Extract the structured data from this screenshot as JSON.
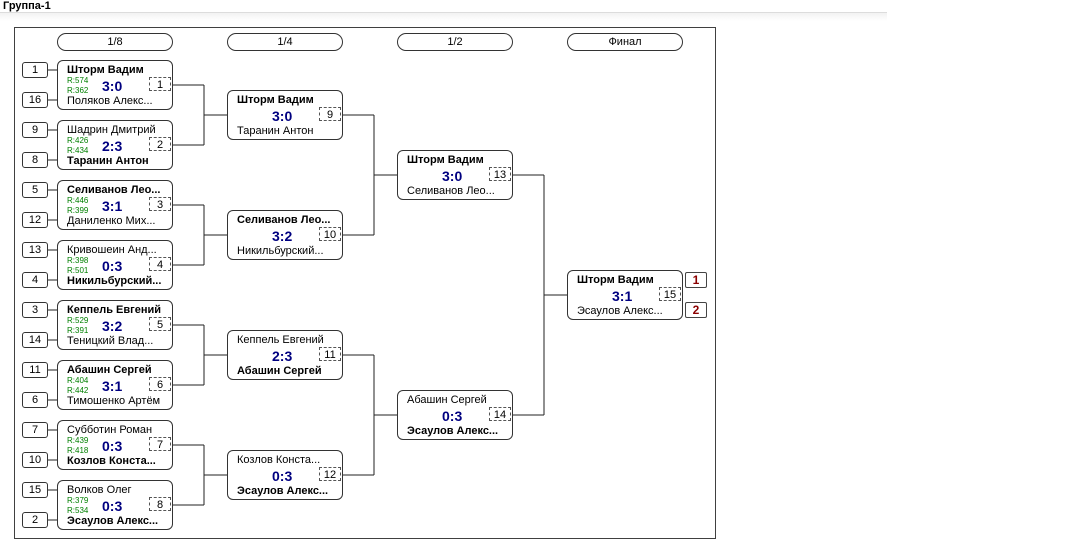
{
  "group_title": "Группа-1",
  "rounds": [
    "1/8",
    "1/4",
    "1/2",
    "Финал"
  ],
  "seeds": [
    "1",
    "16",
    "9",
    "8",
    "5",
    "12",
    "13",
    "4",
    "3",
    "14",
    "11",
    "6",
    "7",
    "10",
    "15",
    "2"
  ],
  "places": [
    "1",
    "2"
  ],
  "matches": [
    {
      "num": "1",
      "p1": "Шторм Вадим",
      "p2": "Поляков Алекс...",
      "r1": "R:574",
      "r2": "R:362",
      "score": "3:0",
      "winner": 1
    },
    {
      "num": "2",
      "p1": "Шадрин Дмитрий",
      "p2": "Таранин Антон",
      "r1": "R:426",
      "r2": "R:434",
      "score": "2:3",
      "winner": 2
    },
    {
      "num": "3",
      "p1": "Селиванов Лео...",
      "p2": "Даниленко Мих...",
      "r1": "R:446",
      "r2": "R:399",
      "score": "3:1",
      "winner": 1
    },
    {
      "num": "4",
      "p1": "Кривошеин Анд...",
      "p2": "Никильбурский...",
      "r1": "R:398",
      "r2": "R:501",
      "score": "0:3",
      "winner": 2
    },
    {
      "num": "5",
      "p1": "Кеппель Евгений",
      "p2": "Теницкий Влад...",
      "r1": "R:529",
      "r2": "R:391",
      "score": "3:2",
      "winner": 1
    },
    {
      "num": "6",
      "p1": "Абашин Сергей",
      "p2": "Тимошенко Артём",
      "r1": "R:404",
      "r2": "R:442",
      "score": "3:1",
      "winner": 1
    },
    {
      "num": "7",
      "p1": "Субботин Роман",
      "p2": "Козлов Конста...",
      "r1": "R:439",
      "r2": "R:418",
      "score": "0:3",
      "winner": 2
    },
    {
      "num": "8",
      "p1": "Волков Олег",
      "p2": "Эсаулов Алекс...",
      "r1": "R:379",
      "r2": "R:534",
      "score": "0:3",
      "winner": 2
    },
    {
      "num": "9",
      "p1": "Шторм Вадим",
      "p2": "Таранин Антон",
      "score": "3:0",
      "winner": 1
    },
    {
      "num": "10",
      "p1": "Селиванов Лео...",
      "p2": "Никильбурский...",
      "score": "3:2",
      "winner": 1
    },
    {
      "num": "11",
      "p1": "Кеппель Евгений",
      "p2": "Абашин Сергей",
      "score": "2:3",
      "winner": 2
    },
    {
      "num": "12",
      "p1": "Козлов Конста...",
      "p2": "Эсаулов Алекс...",
      "score": "0:3",
      "winner": 2
    },
    {
      "num": "13",
      "p1": "Шторм Вадим",
      "p2": "Селиванов Лео...",
      "score": "3:0",
      "winner": 1
    },
    {
      "num": "14",
      "p1": "Абашин Сергей",
      "p2": "Эсаулов Алекс...",
      "score": "0:3",
      "winner": 2
    },
    {
      "num": "15",
      "p1": "Шторм Вадим",
      "p2": "Эсаулов Алекс...",
      "score": "3:1",
      "winner": 1
    }
  ]
}
